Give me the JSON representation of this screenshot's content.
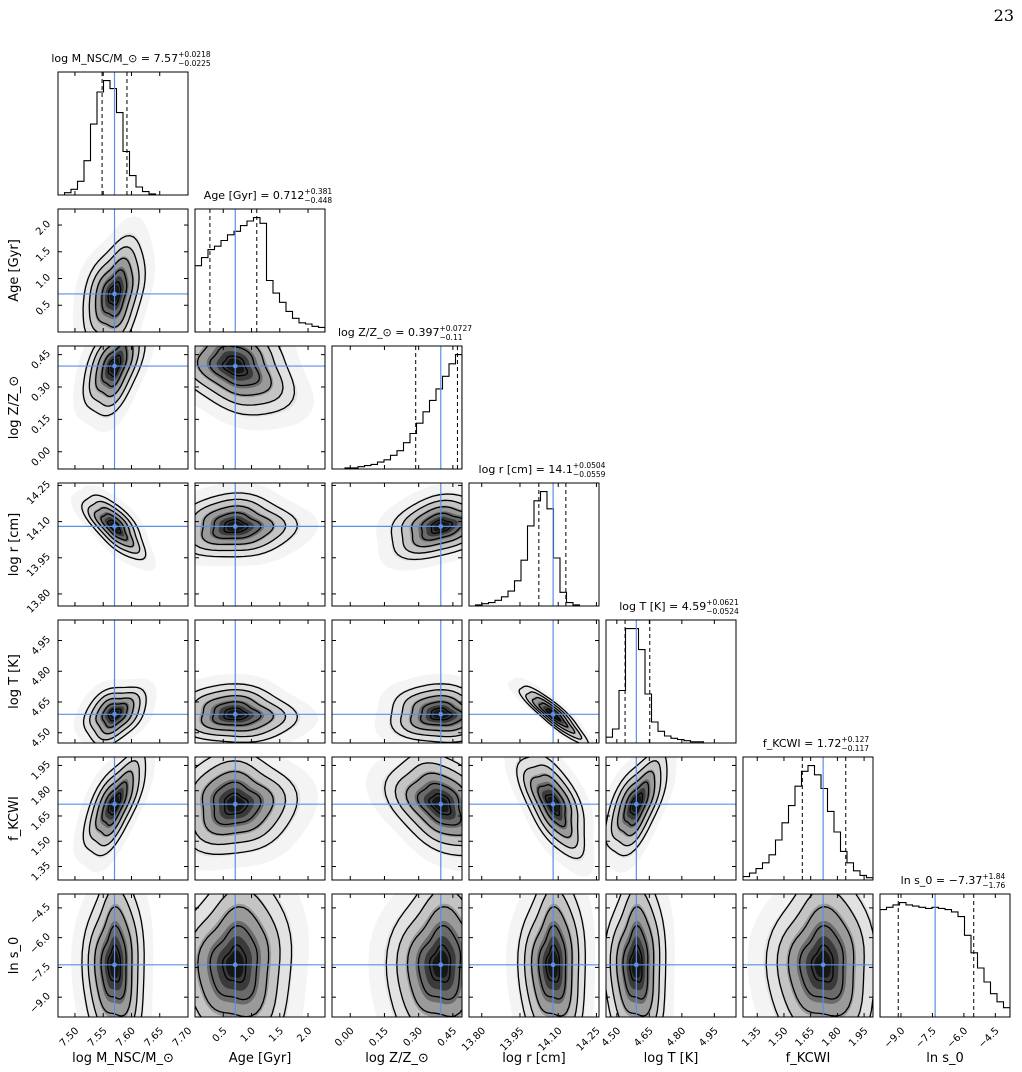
{
  "page_number": "23",
  "colors": {
    "truth_line": "#5b8fe6",
    "hist_line": "#000000",
    "density_dark": "#000000"
  },
  "chart_data": {
    "type": "corner",
    "params": [
      {
        "key": "M",
        "axis_label": "log M_NSC/M_⊙",
        "title": "log M_NSC/M_⊙ = 7.57",
        "title_sup": "+0.0218",
        "title_sub": "−0.0225",
        "range": [
          7.47,
          7.7
        ],
        "ticks": [
          7.5,
          7.55,
          7.6,
          7.65,
          7.7
        ],
        "tick_labels": [
          "7.50",
          "7.55",
          "7.60",
          "7.65",
          "7.70"
        ],
        "median": 7.57,
        "q16": 7.548,
        "q84": 7.592,
        "hist": [
          0.0,
          0.02,
          0.05,
          0.12,
          0.3,
          0.62,
          0.9,
          1.0,
          0.93,
          0.72,
          0.38,
          0.17,
          0.07,
          0.03,
          0.01,
          0.0,
          0.0,
          0.0,
          0.0,
          0.0
        ]
      },
      {
        "key": "Age",
        "axis_label": "Age [Gyr]",
        "title": "Age [Gyr] = 0.712",
        "title_sup": "+0.381",
        "title_sub": "−0.448",
        "range": [
          0.0,
          2.3
        ],
        "ticks": [
          0.5,
          1.0,
          1.5,
          2.0
        ],
        "tick_labels": [
          "0.5",
          "1.0",
          "1.5",
          "2.0"
        ],
        "median": 0.712,
        "q16": 0.264,
        "q84": 1.093,
        "hist": [
          0.58,
          0.65,
          0.72,
          0.75,
          0.8,
          0.85,
          0.88,
          0.93,
          0.97,
          1.0,
          0.95,
          0.45,
          0.34,
          0.26,
          0.18,
          0.12,
          0.08,
          0.07,
          0.05,
          0.04
        ]
      },
      {
        "key": "Z",
        "axis_label": "log Z/Z_⊙",
        "title": "log Z/Z_⊙ = 0.397",
        "title_sup": "+0.0727",
        "title_sub": "−0.11",
        "range": [
          -0.08,
          0.49
        ],
        "ticks": [
          0.0,
          0.15,
          0.3,
          0.45
        ],
        "tick_labels": [
          "0.00",
          "0.15",
          "0.30",
          "0.45"
        ],
        "median": 0.397,
        "q16": 0.287,
        "q84": 0.47,
        "hist": [
          0.0,
          0.0,
          0.01,
          0.01,
          0.02,
          0.03,
          0.04,
          0.06,
          0.08,
          0.12,
          0.16,
          0.23,
          0.31,
          0.4,
          0.5,
          0.6,
          0.7,
          0.81,
          0.92,
          1.0
        ]
      },
      {
        "key": "r",
        "axis_label": "log r [cm]",
        "title": "log r [cm] = 14.1",
        "title_sup": "+0.0504",
        "title_sub": "−0.0559",
        "range": [
          13.75,
          14.26
        ],
        "ticks": [
          13.8,
          13.95,
          14.1,
          14.25
        ],
        "tick_labels": [
          "13.80",
          "13.95",
          "14.10",
          "14.25"
        ],
        "median": 14.08,
        "q16": 14.024,
        "q84": 14.13,
        "hist": [
          0.0,
          0.01,
          0.02,
          0.03,
          0.05,
          0.08,
          0.13,
          0.22,
          0.4,
          0.7,
          0.92,
          1.0,
          0.85,
          0.42,
          0.12,
          0.03,
          0.01,
          0.0,
          0.0,
          0.0
        ]
      },
      {
        "key": "T",
        "axis_label": "log T [K]",
        "title": "log T [K] = 4.59",
        "title_sup": "+0.0621",
        "title_sub": "−0.0524",
        "range": [
          4.45,
          5.05
        ],
        "ticks": [
          4.5,
          4.65,
          4.8,
          4.95
        ],
        "tick_labels": [
          "4.50",
          "4.65",
          "4.80",
          "4.95"
        ],
        "median": 4.59,
        "q16": 4.538,
        "q84": 4.652,
        "hist": [
          0.05,
          0.12,
          0.45,
          0.98,
          0.98,
          0.8,
          0.42,
          0.18,
          0.1,
          0.06,
          0.04,
          0.03,
          0.02,
          0.01,
          0.01,
          0.0,
          0.0,
          0.0,
          0.0,
          0.0
        ]
      },
      {
        "key": "f",
        "axis_label": "f_KCWI",
        "title": "f_KCWI = 1.72",
        "title_sup": "+0.127",
        "title_sub": "−0.117",
        "range": [
          1.27,
          2.0
        ],
        "ticks": [
          1.35,
          1.5,
          1.65,
          1.8,
          1.95
        ],
        "tick_labels": [
          "1.35",
          "1.50",
          "1.65",
          "1.80",
          "1.95"
        ],
        "median": 1.72,
        "q16": 1.603,
        "q84": 1.847,
        "hist": [
          0.03,
          0.06,
          0.1,
          0.15,
          0.22,
          0.35,
          0.5,
          0.65,
          0.82,
          0.95,
          1.0,
          0.92,
          0.8,
          0.6,
          0.42,
          0.25,
          0.15,
          0.08,
          0.04,
          0.02
        ]
      },
      {
        "key": "s",
        "axis_label": "ln s_0",
        "title": "ln s_0 = −7.37",
        "title_sup": "+1.84",
        "title_sub": "−1.76",
        "range": [
          -10.0,
          -3.8
        ],
        "ticks": [
          -9.0,
          -7.5,
          -6.0,
          -4.5
        ],
        "tick_labels": [
          "−9.0",
          "−7.5",
          "−6.0",
          "−4.5"
        ],
        "y_ticks": [
          -9.0,
          -7.5,
          -6.0,
          -4.5
        ],
        "median": -7.37,
        "q16": -9.13,
        "q84": -5.53,
        "hist": [
          0.92,
          0.94,
          0.96,
          0.98,
          0.96,
          0.95,
          0.94,
          0.93,
          0.94,
          0.93,
          0.92,
          0.9,
          0.86,
          0.7,
          0.55,
          0.42,
          0.3,
          0.2,
          0.13,
          0.08
        ]
      }
    ],
    "correlations": {
      "M-Age": 0.35,
      "M-Z": 0.5,
      "M-r": -0.7,
      "M-T": 0.35,
      "M-f": 0.65,
      "M-s": 0.0,
      "Age-Z": -0.3,
      "Age-r": 0.05,
      "Age-T": -0.05,
      "Age-f": 0.05,
      "Age-s": 0.05,
      "Z-r": 0.3,
      "Z-T": -0.05,
      "Z-f": -0.35,
      "Z-s": 0.05,
      "r-T": -0.9,
      "r-f": -0.6,
      "r-s": 0.0,
      "T-f": 0.6,
      "T-s": 0.0,
      "f-s": 0.0
    }
  }
}
